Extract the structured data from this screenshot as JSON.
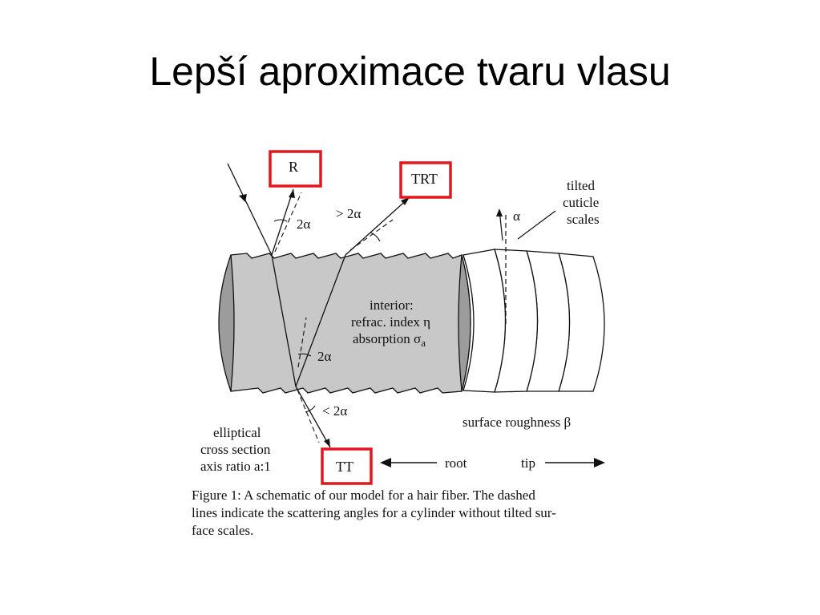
{
  "slide": {
    "title": "Lepší aproximace tvaru vlasu"
  },
  "colors": {
    "fiber_gray": "#c8c8c8",
    "fiber_end_gray": "#9c9c9c",
    "highlight_red": "#e3171b",
    "line": "#111111"
  },
  "figure": {
    "labels": {
      "r": "R",
      "trt": "TRT",
      "tt": "TT",
      "angle_2a_top": "2α",
      "angle_gt_2a": "> 2α",
      "angle_2a_mid": "2α",
      "angle_lt_2a": "< 2α",
      "alpha": "α",
      "tilted_1": "tilted",
      "tilted_2": "cuticle",
      "tilted_3": "scales",
      "interior_1": "interior:",
      "interior_2": "refrac. index η",
      "interior_3": "absorption σ",
      "interior_3_sub": "a",
      "elliptical_1": "elliptical",
      "elliptical_2": "cross section",
      "elliptical_3": "axis ratio a:1",
      "surface_roughness": "surface roughness β",
      "root": "root",
      "tip": "tip"
    },
    "caption": {
      "line1": "Figure 1:  A schematic of our model for a hair fiber.  The dashed",
      "line2": "lines indicate the scattering angles for a cylinder without tilted sur-",
      "line3": "face scales."
    }
  }
}
